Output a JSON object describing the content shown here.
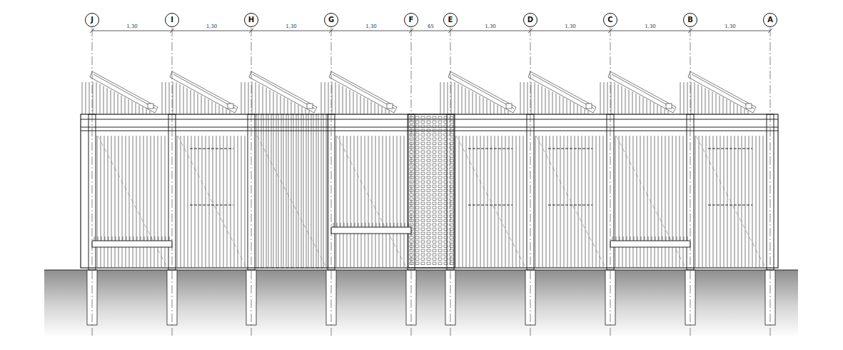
{
  "diagram": {
    "nodes": [
      {
        "text": [
          "J"
        ]
      },
      {
        "text": [
          "I"
        ]
      },
      {
        "text": [
          "H"
        ]
      },
      {
        "text": [
          "G"
        ]
      },
      {
        "text": [
          "F"
        ]
      },
      {
        "text": [
          "E"
        ]
      },
      {
        "text": [
          "D"
        ]
      },
      {
        "text": [
          "C"
        ]
      },
      {
        "text": [
          "B"
        ]
      },
      {
        "text": [
          "A"
        ]
      }
    ],
    "labels": [
      "1,30",
      "1,30",
      "1,30",
      "1,30",
      "65",
      "1,30",
      "1,30",
      "1,30",
      "1,30"
    ]
  }
}
